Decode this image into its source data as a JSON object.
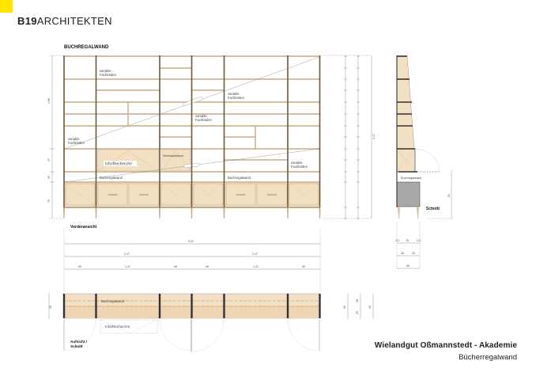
{
  "brand": {
    "bold": "B19",
    "rest": "ARCHITEKTEN",
    "accent_color": "#FFE600"
  },
  "drawing": {
    "title": "BUCHREGALWAND",
    "front_view_label": "Vorderansicht",
    "section_label": "Schnitt",
    "plan_label_1": "Aufsicht /",
    "plan_label_2": "Schnitt",
    "labels": {
      "variable_1": "variable",
      "variable_2": "Fachböden",
      "info": "Info/Recherche",
      "key": "Schlüsseldepot",
      "shelf_wall": "Buchregalwand"
    },
    "front_dims_left": [
      "1,88",
      "47",
      "25",
      "75"
    ],
    "front_dims_right_total": "3,17",
    "section_height": "92",
    "section_dims": [
      "2,5",
      "76",
      "2,5",
      "28",
      "25",
      "65"
    ],
    "plan_total": "5,02",
    "plan_halves": [
      "2,47",
      "2,47"
    ],
    "plan_modules": [
      "65",
      "1,22",
      "65",
      "65",
      "1,22",
      "65"
    ],
    "plan_depth": "45",
    "plan_side_dims": [
      "30",
      "28",
      "25"
    ]
  },
  "title_block": {
    "project": "Wielandgut Oßmannstedt - Akademie",
    "sheet": "Bücherregalwand"
  },
  "colors": {
    "wood": "#F3DFC2",
    "post": "#6E5A3E",
    "grey": "#A8A8A8"
  }
}
